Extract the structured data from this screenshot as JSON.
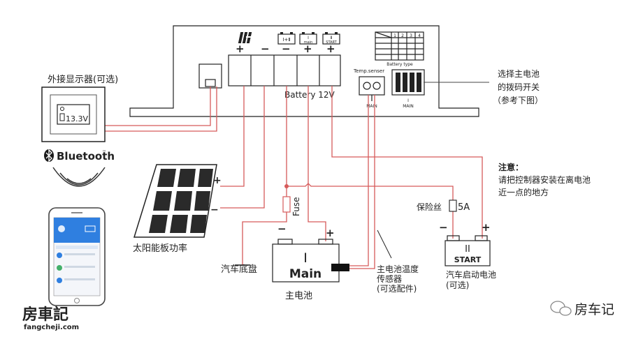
{
  "controller": {
    "battery_label": "Battery 12V",
    "pv_plus": "+",
    "pv_minus": "−",
    "main_minus": "−",
    "main_plus": "+",
    "start_plus": "+",
    "badge_1_2": "Ⅰ+Ⅱ",
    "badge_main_roman": "Ⅰ",
    "badge_main": "main",
    "badge_start_roman": "Ⅱ",
    "badge_start": "START",
    "temp_sensor_label": "Temp.senser",
    "temp_main": "MAIN",
    "dip_roman": "Ⅰ",
    "dip_main": "MAIN",
    "battery_type_label": "Battery type",
    "battery_type_cols": [
      "1",
      "2",
      "3",
      "4"
    ]
  },
  "external_display": {
    "label": "外接显示器(可选)",
    "reading": "13.3V"
  },
  "bluetooth": {
    "label": "Bluetooth",
    "tm": "™"
  },
  "solar_panel": {
    "label": "太阳能板功率",
    "plus": "+",
    "minus": "−"
  },
  "fuse": {
    "label": "Fuse"
  },
  "chassis": {
    "label": "汽车底盘"
  },
  "main_battery": {
    "roman": "I",
    "name": "Main",
    "label": "主电池",
    "minus": "−",
    "plus": "+"
  },
  "temp_sensor": {
    "label_lines": [
      "主电池温度",
      "传感器",
      "(可选配件)"
    ]
  },
  "start_fuse": {
    "label": "保险丝",
    "rating": "5A"
  },
  "start_battery": {
    "roman": "II",
    "name": "START",
    "label_lines": [
      "汽车启动电池",
      "(可选)"
    ],
    "minus": "−",
    "plus": "+"
  },
  "dip_note": {
    "lines": [
      "选择主电池",
      "的拨码开关",
      "（参考下图）"
    ]
  },
  "attention": {
    "title": "注意：",
    "lines": [
      "请把控制器安装在离电池",
      "近一点的地方"
    ]
  },
  "logo": {
    "name": "房車記",
    "site": "fangcheji.com"
  },
  "watermark": {
    "text": "房车记"
  },
  "colors": {
    "wire": "#d65a5a",
    "outline": "#222222",
    "screen_blue": "#2f7fe0"
  }
}
